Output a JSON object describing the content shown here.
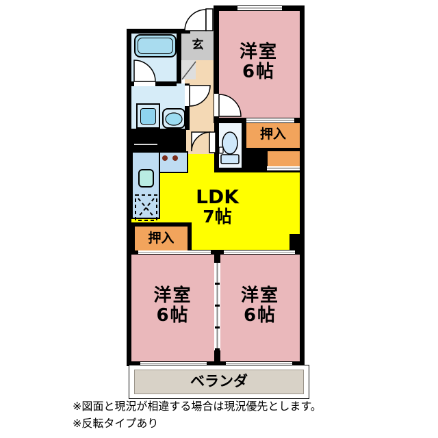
{
  "plan": {
    "rooms": {
      "western1": {
        "name": "洋室",
        "size": "6帖"
      },
      "western2": {
        "name": "洋室",
        "size": "6帖"
      },
      "western3": {
        "name": "洋室",
        "size": "6帖"
      },
      "ldk": {
        "name": "LDK",
        "size": "7帖"
      },
      "closet_upper": "押入",
      "closet_lower": "押入",
      "entrance": "玄",
      "veranda": "ベランダ"
    }
  },
  "notes": {
    "line1": "※図面と現況が相違する場合は現況優先とします。",
    "line2": "※反転タイプあり"
  },
  "colors": {
    "wall": "#000000",
    "room_pink": "#eab8bb",
    "ldk_yellow": "#ffff00",
    "closet_orange": "#f2a45c",
    "entrance_gray": "#c9c9c9",
    "hall_beige": "#f4d9b5",
    "wet_blue": "#d6ecf8",
    "fixture_blue": "#a9dcef",
    "kitchen_blue": "#bfdcf2",
    "sink_cyan": "#b9ece3",
    "toilet_white": "#eef6fc",
    "toilet_blue": "#cfe8fa",
    "veranda_gray": "#d8d2c7",
    "burner_brown": "#7c2f1e"
  }
}
